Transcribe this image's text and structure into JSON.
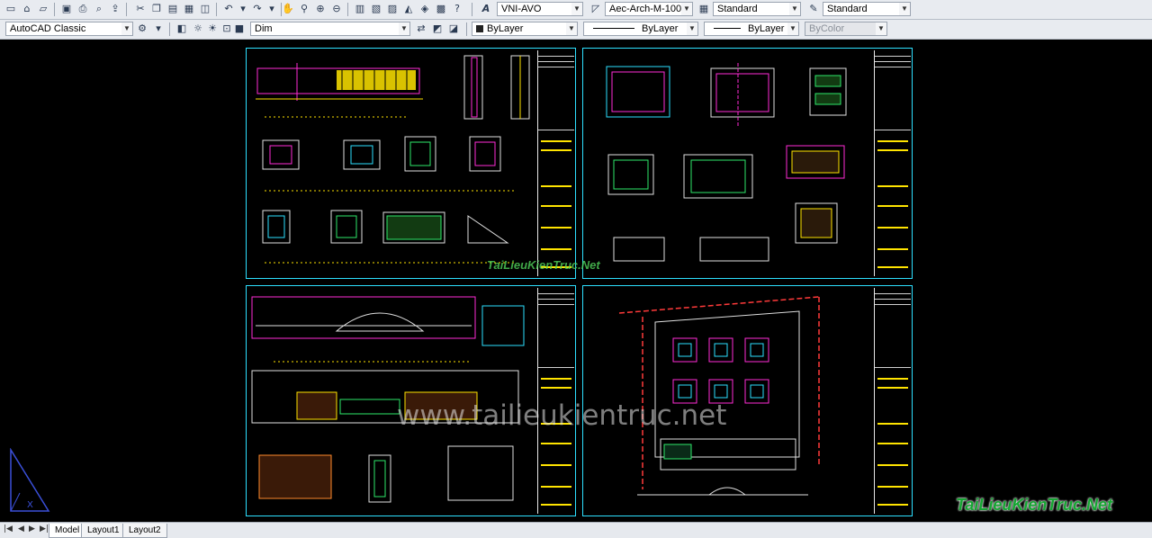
{
  "toolbar_top": {
    "text_style": "VNI-AVO",
    "dim_style": "Aec-Arch-M-100",
    "table_style": "Standard",
    "multileader_style": "Standard"
  },
  "toolbar_layers": {
    "workspace": "AutoCAD Classic",
    "layer": "Dim",
    "color": "ByLayer",
    "linetype": "ByLayer",
    "lineweight": "ByLayer",
    "plotstyle": "ByColor"
  },
  "drawing": {
    "watermark": "www.tailieukientruc.net",
    "brand": "TaiLieuKienTruc.Net",
    "brand_small": "TaiLieuKienTruc.Net",
    "colors": {
      "sheet_border": "#2de0ff",
      "background": "#000000",
      "accent_yellow": "#ffe400",
      "magenta": "#ff2bd6"
    }
  },
  "layout_tabs": [
    "Model",
    "Layout1",
    "Layout2"
  ]
}
